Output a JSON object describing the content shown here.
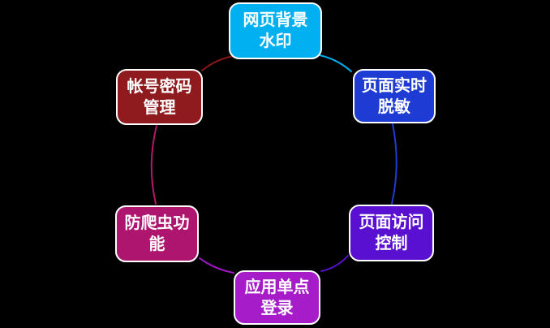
{
  "background_color": "#000000",
  "node_text_color": "#ffffff",
  "node_border_color": "#ffffff",
  "nodes": [
    {
      "id": "web-background-watermark",
      "label": "网页背景水印",
      "lines": [
        "网页背景",
        "水印"
      ],
      "color": "#00B0F0",
      "position": "top"
    },
    {
      "id": "page-realtime-masking",
      "label": "页面实时脱敏",
      "lines": [
        "页面实时",
        "脱敏"
      ],
      "color": "#1E3CD4",
      "position": "top-right"
    },
    {
      "id": "page-access-control",
      "label": "页面访问控制",
      "lines": [
        "页面访问",
        "控制"
      ],
      "color": "#5A10D0",
      "position": "bottom-right"
    },
    {
      "id": "app-single-sign-on",
      "label": "应用单点登录",
      "lines": [
        "应用单点",
        "登录"
      ],
      "color": "#A51CC8",
      "position": "bottom"
    },
    {
      "id": "anti-crawler-function",
      "label": "防爬虫功能",
      "lines": [
        "防爬虫功",
        "能"
      ],
      "color": "#AE156F",
      "position": "bottom-left"
    },
    {
      "id": "account-password-mgmt",
      "label": "帐号密码管理",
      "lines": [
        "帐号密码",
        "管理"
      ],
      "color": "#8F1B1E",
      "position": "top-left"
    }
  ],
  "connectors": [
    {
      "id": "top-to-topright",
      "color": "#00AEEF"
    },
    {
      "id": "topright-to-bottomright",
      "color": "#1E3CD4"
    },
    {
      "id": "bottomright-to-bottom",
      "color": "#5A10D0"
    },
    {
      "id": "bottom-to-bottomleft",
      "color": "#A316C6"
    },
    {
      "id": "bottomleft-to-topleft",
      "color": "#B5186B"
    },
    {
      "id": "topleft-to-top",
      "color": "#8B1618"
    }
  ]
}
